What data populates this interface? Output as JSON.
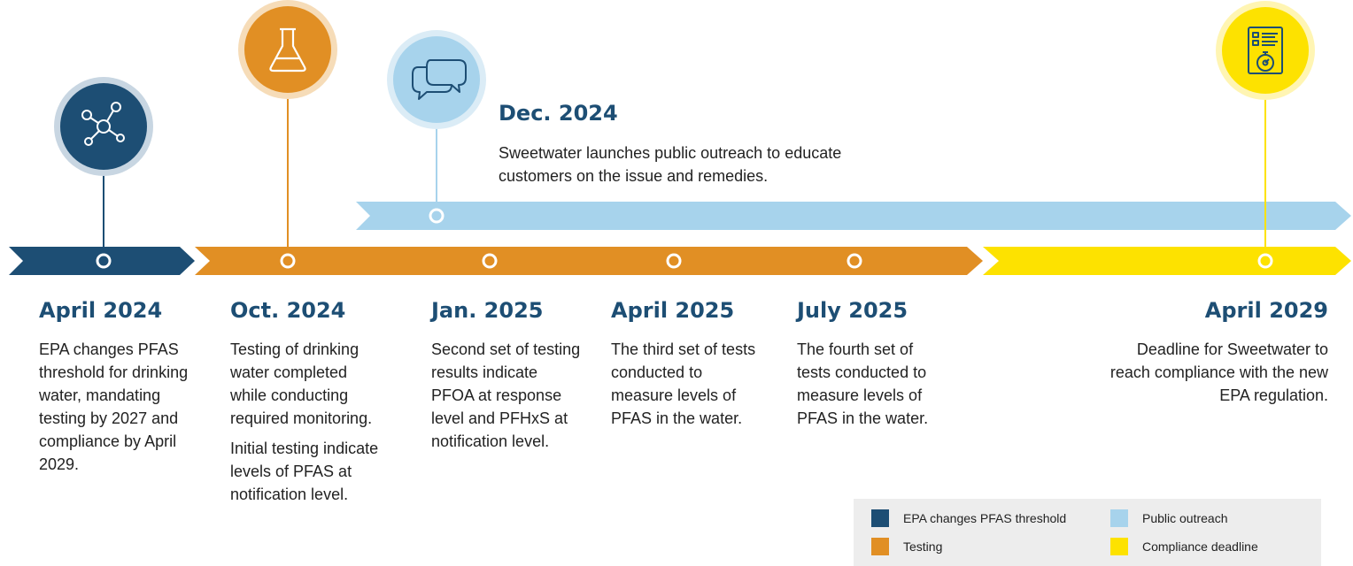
{
  "colors": {
    "navy": "#1d4e74",
    "orange": "#e18f24",
    "light_blue": "#a7d3ec",
    "yellow": "#fde200"
  },
  "milestones": [
    {
      "date": "April 2024",
      "text": [
        "EPA changes PFAS threshold for drinking water, mandating testing by 2027 and compliance by April 2029."
      ],
      "icon": "molecule-icon",
      "category": "EPA changes PFAS threshold"
    },
    {
      "date": "Oct. 2024",
      "text": [
        "Testing of drinking water completed while conducting required monitoring.",
        "Initial testing indicate levels of PFAS at notification level."
      ],
      "icon": "flask-icon",
      "category": "Testing"
    },
    {
      "date": "Dec. 2024",
      "text": [
        "Sweetwater launches public outreach to educate customers on the issue and remedies."
      ],
      "icon": "chat-bubbles-icon",
      "category": "Public outreach"
    },
    {
      "date": "Jan. 2025",
      "text": [
        "Second set of testing results indicate PFOA at response level and PFHxS at notification level."
      ],
      "category": "Testing"
    },
    {
      "date": "April 2025",
      "text": [
        "The third set of tests conducted to measure levels of PFAS in the water."
      ],
      "category": "Testing"
    },
    {
      "date": "July 2025",
      "text": [
        "The fourth set of tests conducted to measure levels of PFAS in the water."
      ],
      "category": "Testing"
    },
    {
      "date": "April 2029",
      "text": [
        "Deadline for Sweetwater to reach compliance with the new EPA regulation."
      ],
      "icon": "checklist-stopwatch-icon",
      "category": "Compliance deadline"
    }
  ],
  "legend": [
    {
      "label": "EPA changes PFAS threshold",
      "color": "#1d4e74"
    },
    {
      "label": "Public outreach",
      "color": "#a7d3ec"
    },
    {
      "label": "Testing",
      "color": "#e18f24"
    },
    {
      "label": "Compliance deadline",
      "color": "#fde200"
    }
  ]
}
